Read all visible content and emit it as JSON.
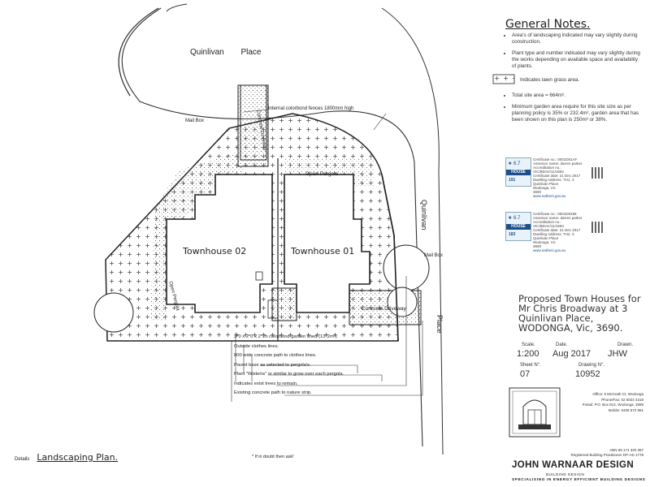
{
  "site": {
    "street_name_1": "Quinlivan Place",
    "street_name_vertical": "Quinlivan",
    "street_name_place": "Place",
    "townhouse_02": "Townhouse 02",
    "townhouse_01": "Townhouse 01",
    "fence_note": "Internal colorbond fences 1800mm high",
    "mailbox_1": "Mail Box",
    "mailbox_2": "Mail Box",
    "open_pergola_1": "Open Pergola",
    "open_pergola_2": "Open Pergola",
    "concrete_driveway_1": "Concrete Driveway",
    "concrete_driveway_2": "Concrete Driveway"
  },
  "callouts": [
    "3*0 x 2*0 x 2*2h colorbond garden shed (13*2m²)",
    "Outside clothes lines.",
    "800 wide concrete path to clothes lines.",
    "Paved base as selected to pergola's.",
    "Plant \"Wisteria\" or similar to grow over each pergola.",
    "Indicates exist trees to remain.",
    "Existing concrete path to nature strip."
  ],
  "notes": {
    "title": "General Notes.",
    "items": [
      "Area's of landscaping indicated may vary slightly during construction.",
      "Plant type and number indicated may vary slightly during the works depending on available space and availability of plants."
    ],
    "lawn": "Indicates lawn grass area.",
    "items2": [
      "Total site area = 664m².",
      "Minimum garden area require for this site size as per planning policy is 35% or 232.4m², garden area that has been shown on this plan is 250m² or 38%."
    ]
  },
  "certs": [
    {
      "stars": "6.7",
      "label": "HOUSE",
      "score": "191",
      "lines": [
        "Certificate no.: 0001D81AF",
        "Assessor name: darren parker",
        "Accreditation no.: VIC/BDAV/11/1594",
        "Certificate date: 21 Dec 2017",
        "Dwelling Address: TH1, 3 Quinlivan Place",
        "Wodonga, Vic",
        "3690"
      ],
      "web": "www.nathers.gov.au"
    },
    {
      "stars": "6.7",
      "label": "HOUSE",
      "score": "183",
      "lines": [
        "Certificate no.: 0001D8196",
        "Assessor name: darren parker",
        "Accreditation no.: VIC/BDAV/11/1594",
        "Certificate date: 21 Dec 2017",
        "Dwelling Address: TH2, 3 Quinlivan Place",
        "Wodonga, Vic",
        "3690"
      ],
      "web": "www.nathers.gov.au"
    }
  ],
  "titleblock": {
    "project": "Proposed Town Houses for Mr Chris Broadway at 3 Quinlivan Place, WODONGA, Vic, 3690.",
    "scale_label": "Scale.",
    "scale": "1:200",
    "date_label": "Date.",
    "date": "Aug 2017",
    "drawn_label": "Drawn.",
    "drawn": "JHW",
    "sheet_label": "Sheet N°.",
    "sheet": "07",
    "drawing_label": "Drawing N°.",
    "drawing": "10952"
  },
  "company": {
    "name": "JOHN WARNAAR DESIGN",
    "sub": "BUILDING DESIGN",
    "tagline": "SPECIALISING IN ENERGY EFFICIENT BUILDING DESIGNS",
    "office": [
      "Office: 5 McGrath Ct, Wodonga",
      "Phone/Fax: 02 6024 4318",
      "Postal: P.O. Box 812, Wodonga, 3689",
      "Mobile: 0408 572 981"
    ],
    "abn": [
      "ABN 69 174 320 367",
      "Registered Building Practitioner DP-AD 1778"
    ]
  },
  "details": {
    "label": "Details",
    "title": "Landscaping Plan.",
    "if_in_doubt": "* If in doubt then ask!"
  }
}
